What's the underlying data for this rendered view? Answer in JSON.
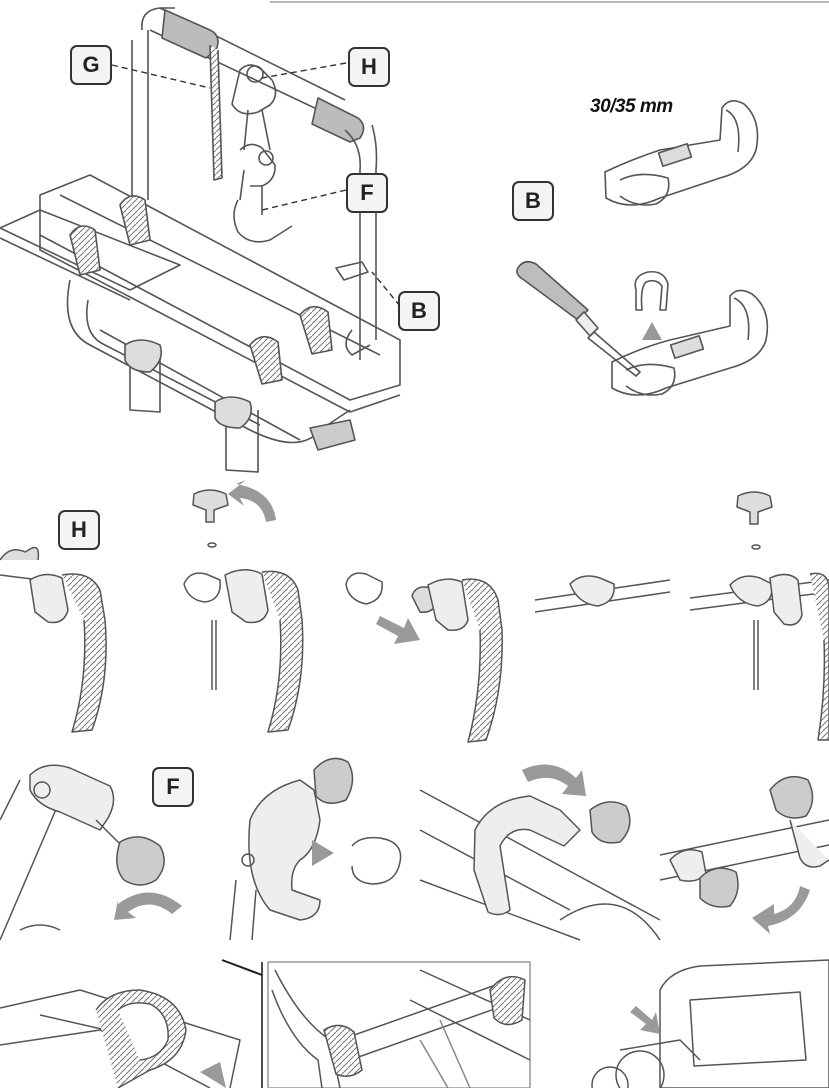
{
  "labels": {
    "main_g": "G",
    "main_h": "H",
    "main_f": "F",
    "main_b": "B",
    "panel_b": "B",
    "panel_h": "H",
    "panel_f": "F"
  },
  "dimension": "30/35 mm",
  "colors": {
    "line": "#555555",
    "grip": "#b8b8b8",
    "arrow": "#9a9a9a",
    "label_border": "#333333",
    "label_fill": "#f4f4f4"
  }
}
